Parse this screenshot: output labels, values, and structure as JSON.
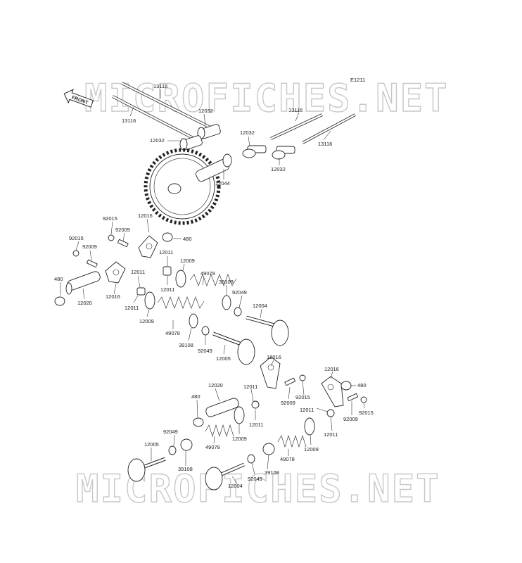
{
  "diagram": {
    "code": "E1211",
    "front_label": "FRONT",
    "watermark": "MICROFICHES.NET",
    "labels": {
      "pushrod_a": "13116",
      "pushrod_b": "13116",
      "pushrod_c": "13116",
      "pushrod_d": "13116",
      "tappet_a": "12032",
      "tappet_b": "12032",
      "tappet_c": "12032",
      "tappet_d": "12032",
      "camshaft": "12044",
      "rocker_a": "12016",
      "rocker_b": "12016",
      "rocker_c": "12016",
      "rocker_d": "12016",
      "nut_a": "92015",
      "nut_b": "92015",
      "nut_c": "92015",
      "nut_d": "92015",
      "screw_a": "92009",
      "screw_b": "92009",
      "screw_c": "92009",
      "screw_d": "92009",
      "clip_a": "480",
      "clip_b": "480",
      "clip_c": "480",
      "clip_d": "480",
      "shaft_a": "12020",
      "shaft_b": "12020",
      "collar_a": "12011",
      "collar_b": "12011",
      "collar_c": "12011",
      "collar_d": "12011",
      "collar_e": "12011",
      "retainer_a": "12009",
      "retainer_b": "12009",
      "retainer_c": "12009",
      "retainer_d": "12009",
      "spring_a": "49078",
      "spring_b": "49078",
      "spring_c": "49078",
      "spring_d": "49078",
      "seat_a": "39108",
      "seat_b": "39108",
      "seat_c": "39108",
      "seat_d": "39108",
      "seal_a": "92049",
      "seal_b": "92049",
      "seal_c": "92049",
      "seal_d": "92049",
      "valve_a": "12004",
      "valve_b": "12004",
      "valve_c": "12005",
      "valve_d": "12005"
    }
  }
}
